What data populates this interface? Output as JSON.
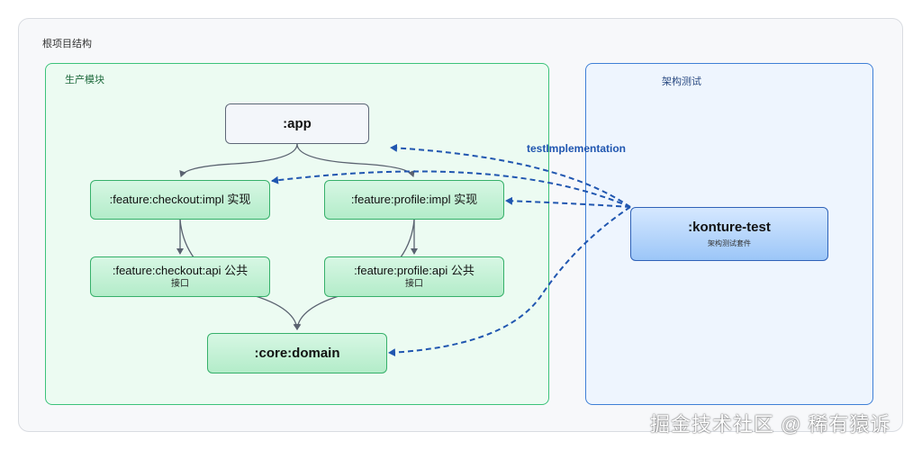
{
  "root": {
    "title": "根项目结构"
  },
  "production": {
    "title": "生产模块",
    "nodes": {
      "app": {
        "label": ":app"
      },
      "checkout_impl": {
        "label": ":feature:checkout:impl 实现"
      },
      "profile_impl": {
        "label": ":feature:profile:impl 实现"
      },
      "checkout_api": {
        "label": ":feature:checkout:api 公共",
        "sub": "接口"
      },
      "profile_api": {
        "label": ":feature:profile:api 公共",
        "sub": "接口"
      },
      "core_domain": {
        "label": ":core:domain"
      }
    }
  },
  "architecture": {
    "title": "架构测试",
    "node": {
      "label": ":konture-test",
      "sub": "架构测试套件"
    }
  },
  "edge_label": "testImplementation",
  "watermark": "掘金技术社区 @ 稀有猿诉",
  "colors": {
    "prod_border": "#3cc37a",
    "prod_fill": "#ecfbf2",
    "arch_border": "#3e7fd6",
    "arch_fill": "#eef5fe",
    "dependency_edge": "#5a6270",
    "test_edge": "#2056b0"
  }
}
